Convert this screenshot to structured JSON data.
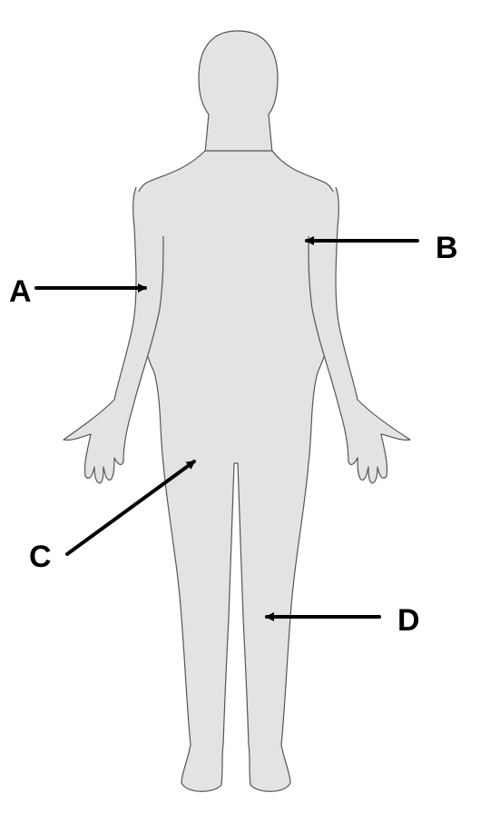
{
  "labels": {
    "a": "A",
    "b": "B",
    "c": "C",
    "d": "D"
  },
  "colors": {
    "body_fill": "#e3e3e3",
    "body_outline": "#555555",
    "arrow": "#000000",
    "background": "#ffffff"
  }
}
